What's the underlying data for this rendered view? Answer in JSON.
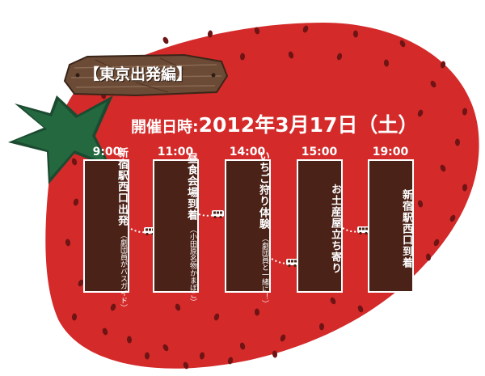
{
  "badge": {
    "label": "【東京出発編】"
  },
  "event": {
    "date_label": "開催日時:",
    "date_value": "2012年3月17日（土）"
  },
  "schedule": [
    {
      "time": "9:00",
      "name": "新宿駅西口出発",
      "note": "（劇団員がバスガイド）"
    },
    {
      "time": "11:00",
      "name": "昼食会場到着",
      "note": "（小田原名物かまぼこ）"
    },
    {
      "time": "14:00",
      "name": "いちご狩り体験",
      "note": "（劇団員と一緒に！）"
    },
    {
      "time": "15:00",
      "name": "お土産屋立ち寄り",
      "note": ""
    },
    {
      "time": "19:00",
      "name": "新宿駅西口到着",
      "note": ""
    }
  ],
  "colors": {
    "strawberry": "#d42a2a",
    "seed": "#6e1414",
    "leaf": "#1f5a3a",
    "card": "#4a2217",
    "text": "#ffffff"
  },
  "icons": {
    "leaf": "strawberry-leaf-icon",
    "bus": "bus-icon"
  }
}
